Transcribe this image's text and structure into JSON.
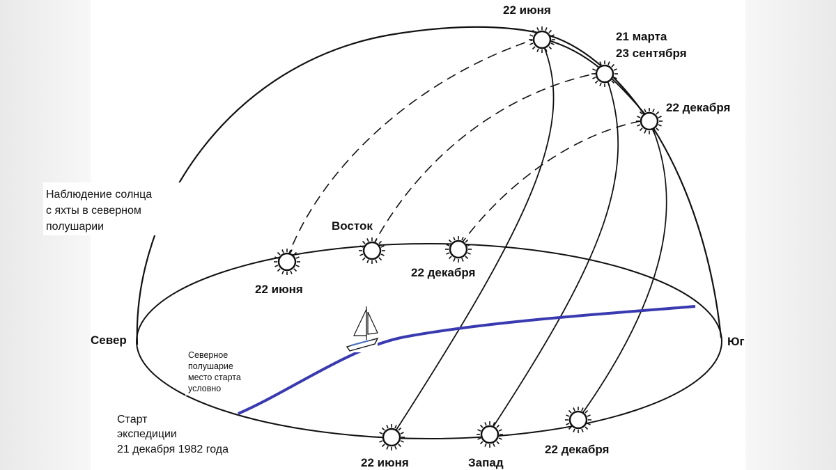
{
  "labels": {
    "top_june": "22 июня",
    "equinox_line1": "21 марта",
    "equinox_line2": "23 сентября",
    "top_december": "22 декабря",
    "observation_line1": "Наблюдение солнца",
    "observation_line2": "с яхты в северном",
    "observation_line3": "полушарии",
    "east": "Восток",
    "east_june": "22 июня",
    "east_december": "22 декабря",
    "north": "Север",
    "south": "Юг",
    "hemisphere_line1": "Северное",
    "hemisphere_line2": "полушарие",
    "hemisphere_line3": "место старта",
    "hemisphere_line4": "условно",
    "start_line1": "Старт",
    "start_line2": "экспедиции",
    "start_line3": "21 декабря 1982 года",
    "west_june": "22 июня",
    "west": "Запад",
    "west_december": "22 декабря"
  },
  "colors": {
    "ink": "#111111",
    "route": "#3a3ab0",
    "background": "#ffffff"
  },
  "icons": {
    "sun": "sun-icon",
    "yacht": "sailboat-icon"
  }
}
